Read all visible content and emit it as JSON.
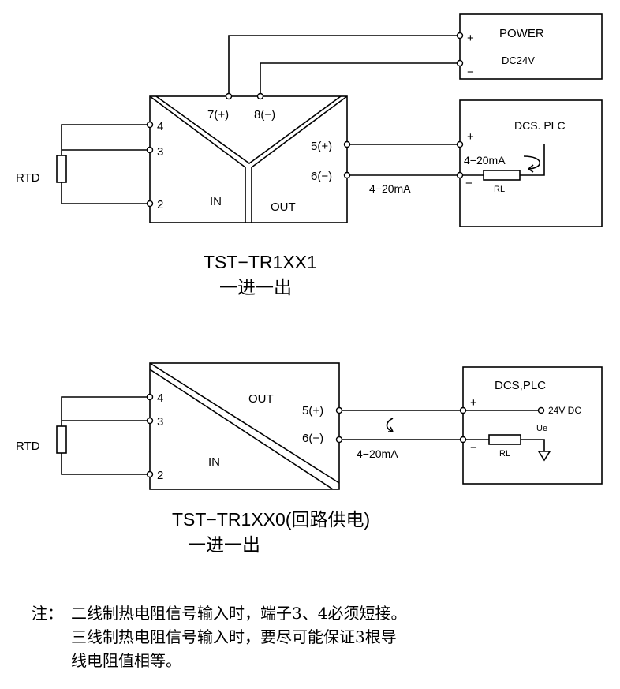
{
  "diagram1": {
    "title": "TST−TR1XX1",
    "subtitle": "一进一出",
    "rtd": "RTD",
    "t4": "4",
    "t3": "3",
    "t2": "2",
    "t7": "7(+)",
    "t8": "8(−)",
    "t5": "5(+)",
    "t6": "6(−)",
    "in": "IN",
    "out": "OUT",
    "power_title": "POWER",
    "power_sub": "DC24V",
    "plus": "+",
    "minus": "−",
    "dcs_title": "DCS. PLC",
    "loop_label": "4−20mA",
    "rl": "RL",
    "line_label": "4−20mA"
  },
  "diagram2": {
    "title": "TST−TR1XX0(回路供电)",
    "subtitle": "一进一出",
    "rtd": "RTD",
    "t4": "4",
    "t3": "3",
    "t2": "2",
    "t5": "5(+)",
    "t6": "6(−)",
    "in": "IN",
    "out": "OUT",
    "dcs_title": "DCS,PLC",
    "plus": "+",
    "minus": "−",
    "supply": "24V DC",
    "ue": "Ue",
    "rl": "RL",
    "line_label": "4−20mA"
  },
  "note": {
    "prefix": "注：",
    "line1": "二线制热电阻信号输入时，端子3、4必须短接。",
    "line2": "三线制热电阻信号输入时，要尽可能保证3根导",
    "line3": "线电阻值相等。"
  }
}
